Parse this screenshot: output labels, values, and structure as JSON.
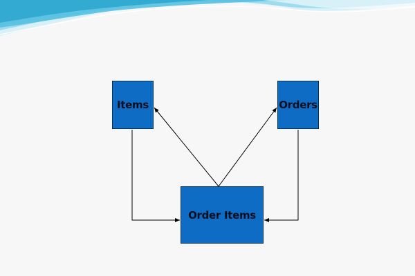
{
  "diagram": {
    "nodes": [
      {
        "id": "items",
        "label": "Items"
      },
      {
        "id": "orders",
        "label": "Orders"
      },
      {
        "id": "order_items",
        "label": "Order Items"
      }
    ],
    "edges": [
      {
        "from": "order_items",
        "to": "items"
      },
      {
        "from": "order_items",
        "to": "orders"
      },
      {
        "from": "items",
        "to": "order_items"
      },
      {
        "from": "orders",
        "to": "order_items"
      }
    ]
  },
  "colors": {
    "node_fill": "#0f6cc4",
    "node_border": "#0a2f57",
    "edge": "#000000",
    "background": "#f7f7f8",
    "wave_light": "#bfe9f4",
    "wave_mid": "#7fd3e9",
    "wave_dark": "#2eaed3"
  }
}
